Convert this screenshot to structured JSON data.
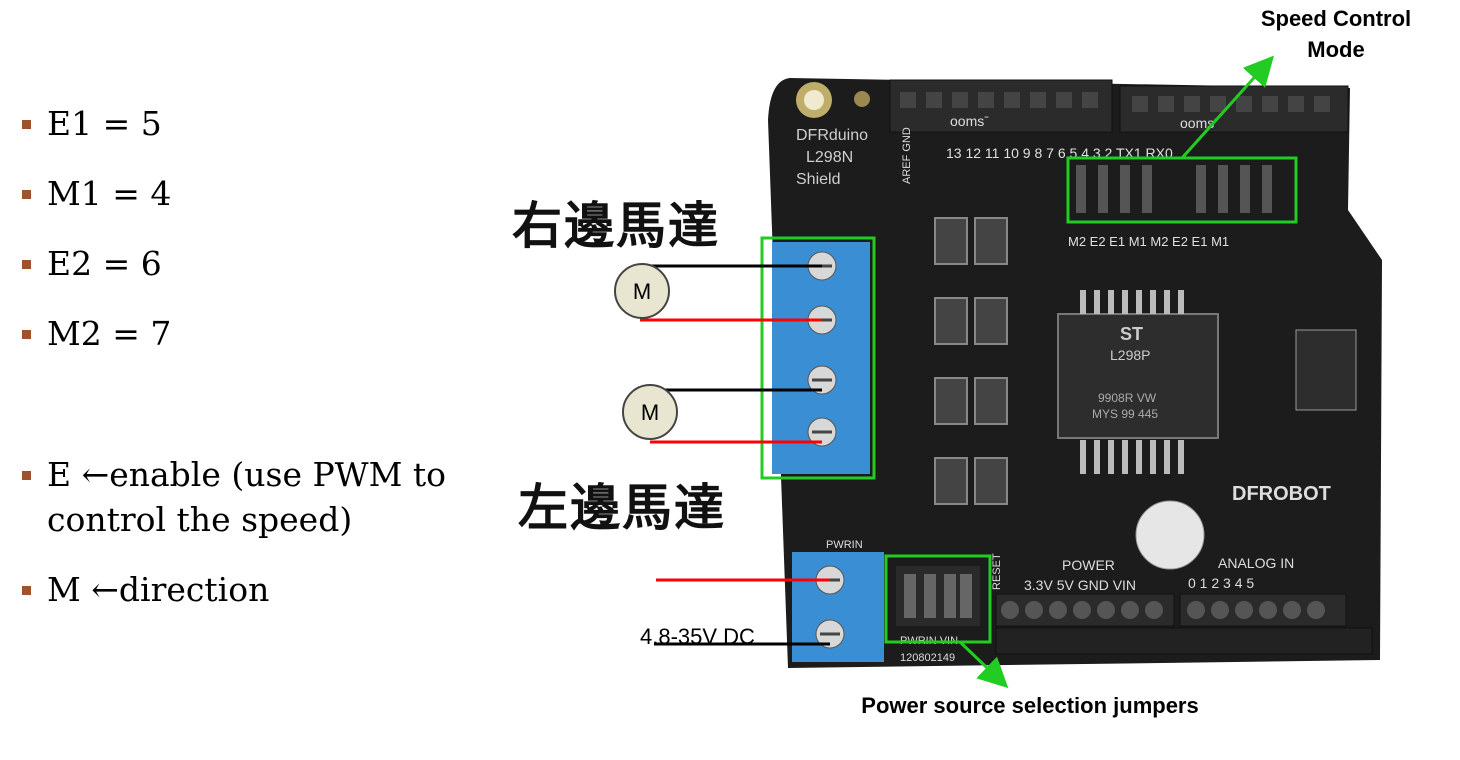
{
  "bullets": [
    {
      "text": "E1 = 5"
    },
    {
      "text": "M1 = 4"
    },
    {
      "text": "E2 = 6"
    },
    {
      "text": "M2 = 7"
    },
    {
      "text": "E ←enable (use PWM to\ncontrol the speed)"
    },
    {
      "text": "M ←direction"
    }
  ],
  "labels": {
    "right_motor": "右邊馬達",
    "left_motor": "左邊馬達",
    "motor_symbol": "M",
    "speed_control": "Speed Control\nMode",
    "power_jumpers": "Power source selection jumpers",
    "voltage": "4.8-35V DC"
  },
  "board": {
    "name_lines": [
      "DFRduino",
      "L298N",
      "Shield"
    ],
    "pin_numbers": "13 12  11  10  9  8    7  6  5  4  3  2  TX1 RX0",
    "mode_labels": "M2 E2 E1 M1 M2 E2 E1 M1",
    "chip_brand": "ST",
    "chip_model": "L298P",
    "chip_code": "9908R VW\nMYS 99 445",
    "brand": "DFROBOT",
    "power_label": "POWER",
    "power_pins": "3.3V 5V GND VIN",
    "reset_label": "RESET",
    "analog_label": "ANALOG IN",
    "analog_pins": "0 1 2 3 4 5",
    "pwrin_label": "PWRIN",
    "jumper_labels": "PWRIN VIN",
    "serial": "120802149",
    "aref_label": "AREF GND",
    "header_label": "oomsˉ"
  },
  "colors": {
    "board": "#1c1c1c",
    "terminal": "#3a8fd4",
    "highlight": "#22cc22",
    "wire_red": "#ff0000",
    "wire_black": "#000000",
    "bullet_marker": "#a0522d"
  }
}
